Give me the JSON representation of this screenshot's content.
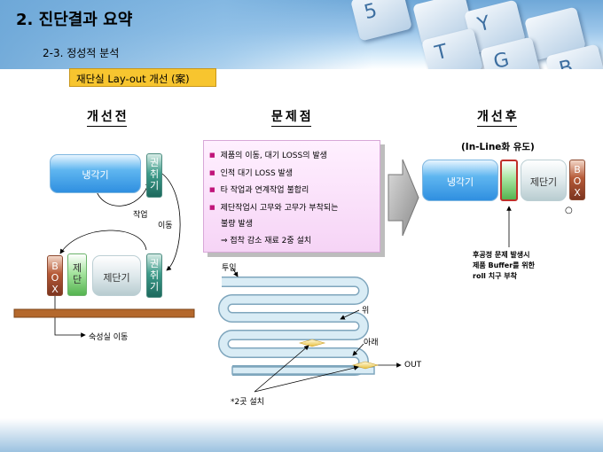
{
  "header": {
    "title": "2. 진단결과 요약",
    "subtitle": "2-3. 정성적 분석",
    "tag": "재단실 Lay-out 개선 (案)",
    "keys": [
      "5",
      "Y",
      "T",
      "G",
      "B"
    ]
  },
  "columns": {
    "before": "개선전",
    "problem": "문제점",
    "after": "개선후"
  },
  "before": {
    "cooler": "냉각기",
    "winder_top": [
      "권",
      "취",
      "기"
    ],
    "work_move": "작업",
    "move": "이동",
    "box": [
      "B",
      "O",
      "X"
    ],
    "product": [
      "제",
      "단"
    ],
    "cutter": "제단기",
    "winder_bottom": [
      "권",
      "취",
      "기"
    ],
    "aging_move": "숙성실 이동"
  },
  "problems": {
    "items": [
      "제품의 이동, 대기 LOSS의 발생",
      "인적 대기 LOSS 발생",
      "타 작업과 연계작업 불합리",
      "제단작업시 고무와 고무가 부착되는"
    ],
    "continuation": "불량 발생",
    "remedy": "⇒ 접착 감소 재료 2중 설치"
  },
  "after": {
    "caption": "(In-Line화 유도)",
    "cooler": "냉각기",
    "cutter": "제단기",
    "box": [
      "B",
      "O",
      "X"
    ],
    "circle": "○",
    "note": [
      "후공정 문제 발생시",
      "제품 Buffer를 위한",
      "roll 치구 부착"
    ]
  },
  "path": {
    "inlet": "투입",
    "upper": "위",
    "lower": "아래",
    "outlet": "OUT",
    "install": "*2곳 설치"
  }
}
